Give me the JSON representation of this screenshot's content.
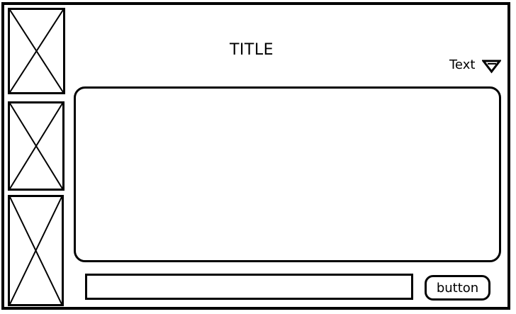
{
  "header": {
    "title": "TITLE"
  },
  "dropdown": {
    "label": "Text",
    "icon": "triangle-down-icon"
  },
  "sidebar": {
    "images": [
      {
        "icon": "image-placeholder-icon"
      },
      {
        "icon": "image-placeholder-icon"
      },
      {
        "icon": "image-placeholder-icon"
      }
    ]
  },
  "input": {
    "value": "",
    "placeholder": ""
  },
  "button": {
    "label": "button"
  },
  "colors": {
    "stroke": "#000000",
    "background": "#ffffff"
  }
}
